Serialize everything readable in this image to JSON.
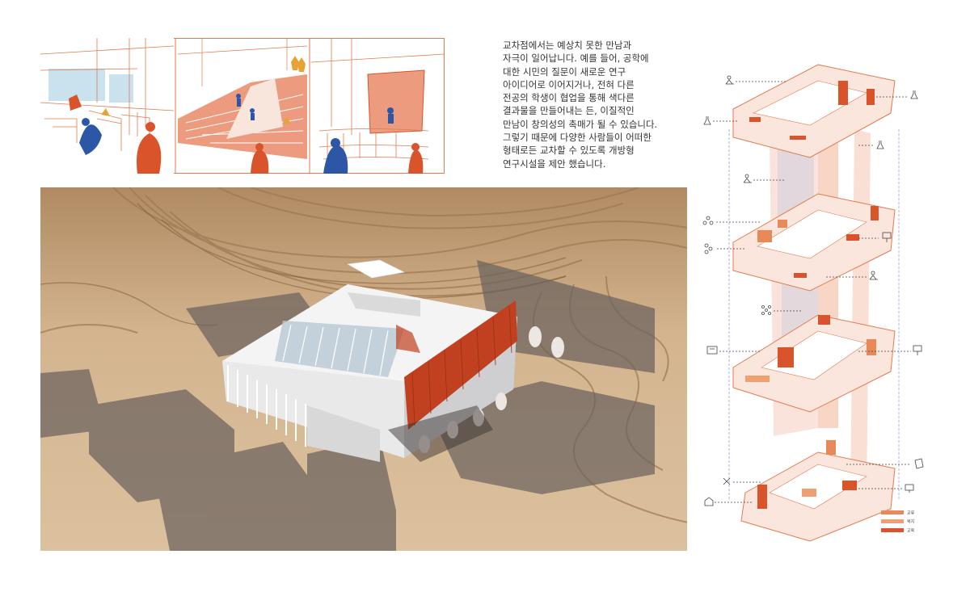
{
  "paragraph": {
    "lines": [
      "교차점에서는 예상치 못한 만남과",
      "자극이 일어납니다. 예를 들어, 공학에",
      "대한 시민의 질문이 새로운 연구",
      "아이디어로 이어지거나, 전혀 다른",
      "전공의 학생이 협업을 통해 색다른",
      "결과물을 만들어내는 든, 이질적인",
      "만남이 창의성의 촉매가 될 수 있습니다.",
      "그렇기 때문에 다양한 사람들이 어떠한",
      "형태로든 교차할 수 있도록 개방형",
      "연구시설을 제안 했습니다."
    ]
  },
  "legend": {
    "items": [
      {
        "label": "교류",
        "color": "#e8895a"
      },
      {
        "label": "복지",
        "color": "#f0a070"
      },
      {
        "label": "교육",
        "color": "#d9532b"
      }
    ]
  },
  "colors": {
    "accent_orange": "#d9532b",
    "figure_blue": "#2d57a6",
    "figure_yellow": "#e8a234",
    "terrain": "#d3b48f",
    "sketch_line": "#e07a4f",
    "facade_red": "#c0401f"
  },
  "icons": [
    "scientist-at-desk-icon",
    "flask-icon",
    "group-meeting-icon",
    "network-icon",
    "whiteboard-icon",
    "presentation-icon",
    "tools-icon",
    "house-icon",
    "monitor-icon",
    "flag-icon"
  ]
}
